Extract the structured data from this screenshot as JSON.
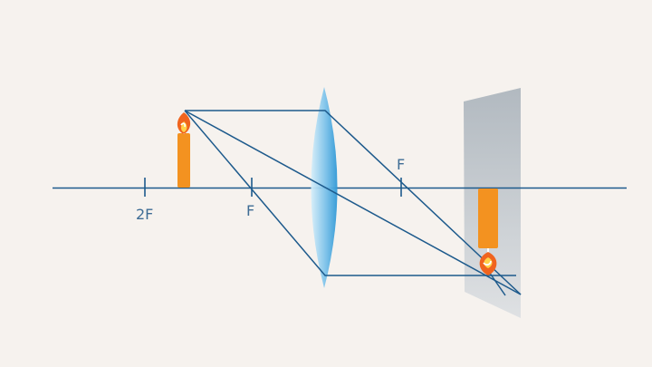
{
  "labels": {
    "two_f_left": "2F",
    "f_left": "F",
    "f_right": "F"
  },
  "colors": {
    "background": "#f6f2ee",
    "axis_line": "#1d5a8c",
    "ray": "#1d5a8c",
    "candle": "#f39220",
    "flame_outer": "#f0641e",
    "flame_inner": "#ffd24a",
    "lens_light": "#d3ebf8",
    "lens_dark": "#3a9fd8",
    "screen": "#b8bec4",
    "label_text": "#3f6d95"
  },
  "icons": {
    "object": "candle-icon",
    "image": "inverted-candle-icon",
    "lens": "convex-lens-icon",
    "screen": "projection-screen-icon"
  }
}
